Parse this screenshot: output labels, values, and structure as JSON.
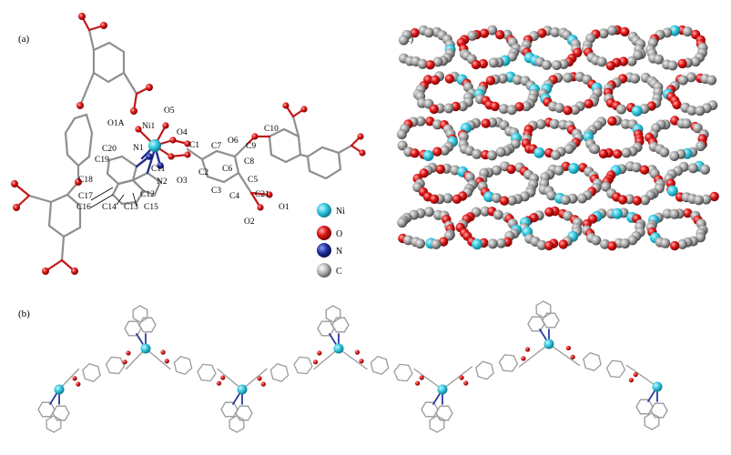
{
  "panels": {
    "a": "(a)",
    "b": "(b)",
    "c": "(c)"
  },
  "atom_labels": {
    "O5": "O5",
    "O4": "O4",
    "Ni1": "Ni1",
    "O1A": "O1A",
    "N1": "N1",
    "C20": "C20",
    "C19": "C19",
    "C11": "C11",
    "N2": "N2",
    "C18": "C18",
    "C17": "C17",
    "C16": "C16",
    "C14": "C14",
    "C13": "C13",
    "C12": "C12",
    "C15": "C15",
    "C1": "C1",
    "O3": "O3",
    "C7": "C7",
    "C2": "C2",
    "C6": "C6",
    "O6": "O6",
    "C3": "C3",
    "C9": "C9",
    "C10": "C10",
    "C8": "C8",
    "C5": "C5",
    "C4": "C4",
    "C21": "C21",
    "O1": "O1",
    "O2": "O2"
  },
  "legend": [
    {
      "label": "Ni",
      "color": "#2ec6de"
    },
    {
      "label": "O",
      "color": "#e01616"
    },
    {
      "label": "N",
      "color": "#1f2fa0"
    },
    {
      "label": "C",
      "color": "#a8a8a8"
    }
  ],
  "colors": {
    "ni": "#2ec6de",
    "o": "#e01616",
    "n": "#1f2fa0",
    "c": "#a8a8a8",
    "bond": "#8e8e8e"
  }
}
